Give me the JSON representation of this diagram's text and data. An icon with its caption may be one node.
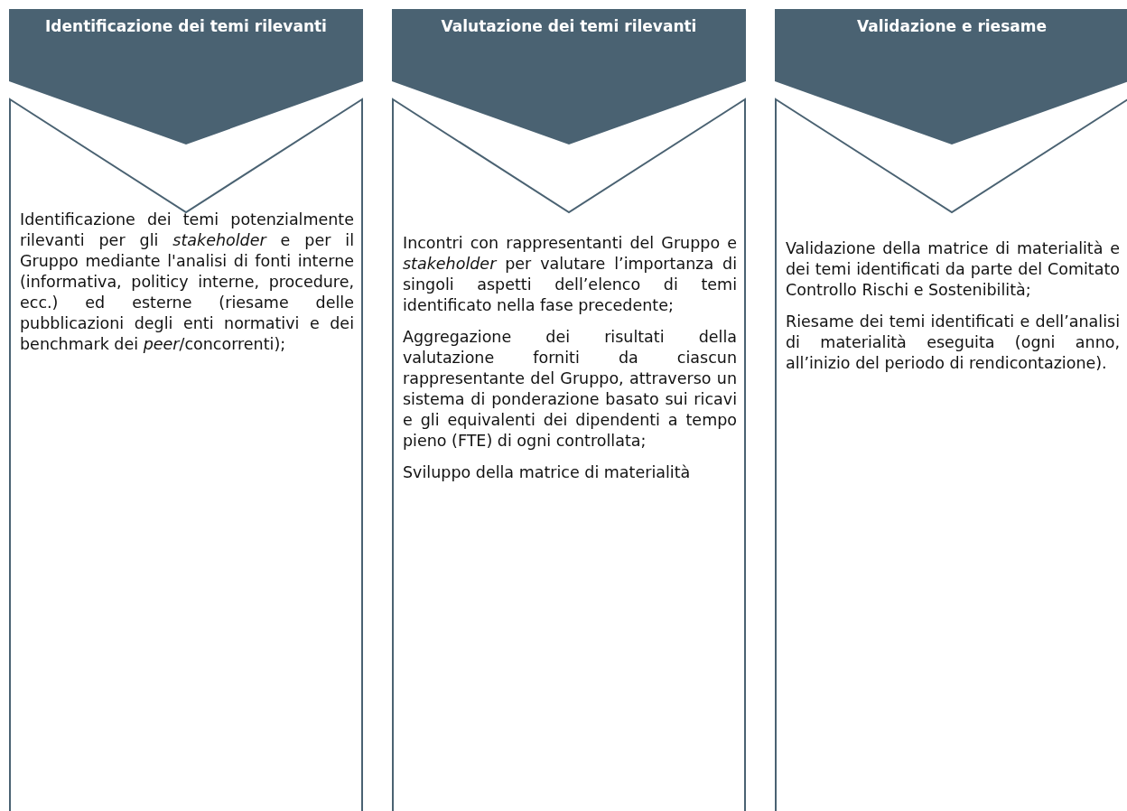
{
  "diagram": {
    "nodes": [
      {
        "text": [
          "Identificazione dei temi rilevanti",
          "Identificazione dei temi potenzialmente rilevanti per gli *stakeholder* e per il Gruppo mediante l'analisi di fonti interne (informativa, politicy interne, procedure, ecc.) ed esterne (riesame delle pubblicazioni degli enti normativi e dei benchmark dei *peer*/concorrenti);"
        ]
      },
      {
        "text": [
          "Valutazione dei temi rilevanti",
          "Incontri con rappresentanti del Gruppo e *stakeholder* per valutare l’importanza di singoli aspetti dell’elenco di temi identificato nella fase precedente;",
          "Aggregazione dei risultati della valutazione forniti da ciascun rappresentante del Gruppo, attraverso un sistema di ponderazione basato sui ricavi e gli equivalenti dei dipendenti a tempo pieno (FTE) di ogni controllata;",
          "Sviluppo della matrice di materialità"
        ]
      },
      {
        "text": [
          "Validazione e riesame",
          "Validazione della matrice di materialità e dei temi identificati da parte del Comitato Controllo Rischi e Sostenibilità;",
          "Riesame dei temi identificati e dell’analisi di materialità eseguita (ogni anno, all’inizio del periodo di rendicontazione)."
        ]
      }
    ]
  }
}
